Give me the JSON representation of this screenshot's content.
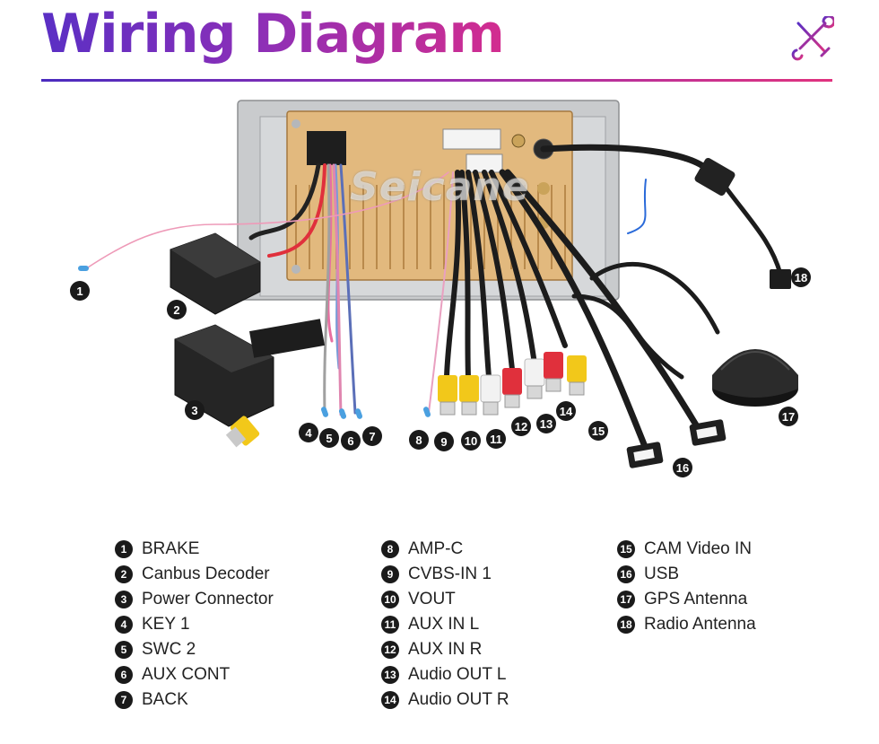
{
  "header": {
    "title": "Wiring Diagram"
  },
  "watermark": "Seicane",
  "callouts": [
    {
      "n": "1"
    },
    {
      "n": "2"
    },
    {
      "n": "3"
    },
    {
      "n": "4"
    },
    {
      "n": "5"
    },
    {
      "n": "6"
    },
    {
      "n": "7"
    },
    {
      "n": "8"
    },
    {
      "n": "9"
    },
    {
      "n": "10"
    },
    {
      "n": "11"
    },
    {
      "n": "12"
    },
    {
      "n": "13"
    },
    {
      "n": "14"
    },
    {
      "n": "15"
    },
    {
      "n": "16"
    },
    {
      "n": "17"
    },
    {
      "n": "18"
    }
  ],
  "legend": {
    "col1": [
      {
        "n": "1",
        "label": "BRAKE"
      },
      {
        "n": "2",
        "label": "Canbus Decoder"
      },
      {
        "n": "3",
        "label": "Power Connector"
      },
      {
        "n": "4",
        "label": "KEY 1"
      },
      {
        "n": "5",
        "label": "SWC 2"
      },
      {
        "n": "6",
        "label": "AUX CONT"
      },
      {
        "n": "7",
        "label": "BACK"
      }
    ],
    "col2": [
      {
        "n": "8",
        "label": "AMP-C"
      },
      {
        "n": "9",
        "label": "CVBS-IN 1"
      },
      {
        "n": "10",
        "label": "VOUT"
      },
      {
        "n": "11",
        "label": "AUX IN L"
      },
      {
        "n": "12",
        "label": "AUX IN R"
      },
      {
        "n": "13",
        "label": "Audio OUT L"
      },
      {
        "n": "14",
        "label": "Audio OUT R"
      }
    ],
    "col3": [
      {
        "n": "15",
        "label": "CAM Video IN"
      },
      {
        "n": "16",
        "label": "USB"
      },
      {
        "n": "17",
        "label": "GPS Antenna"
      },
      {
        "n": "18",
        "label": "Radio Antenna"
      }
    ]
  },
  "colors": {
    "title_gradient_start": "#5a2fc4",
    "title_gradient_end": "#e0327e",
    "panel_gold": "#e2b97e",
    "rca_yellow": "#f2c81a",
    "rca_red": "#e0303c",
    "rca_white": "#f2f2f2",
    "callout_fill": "#1a1a1a"
  }
}
